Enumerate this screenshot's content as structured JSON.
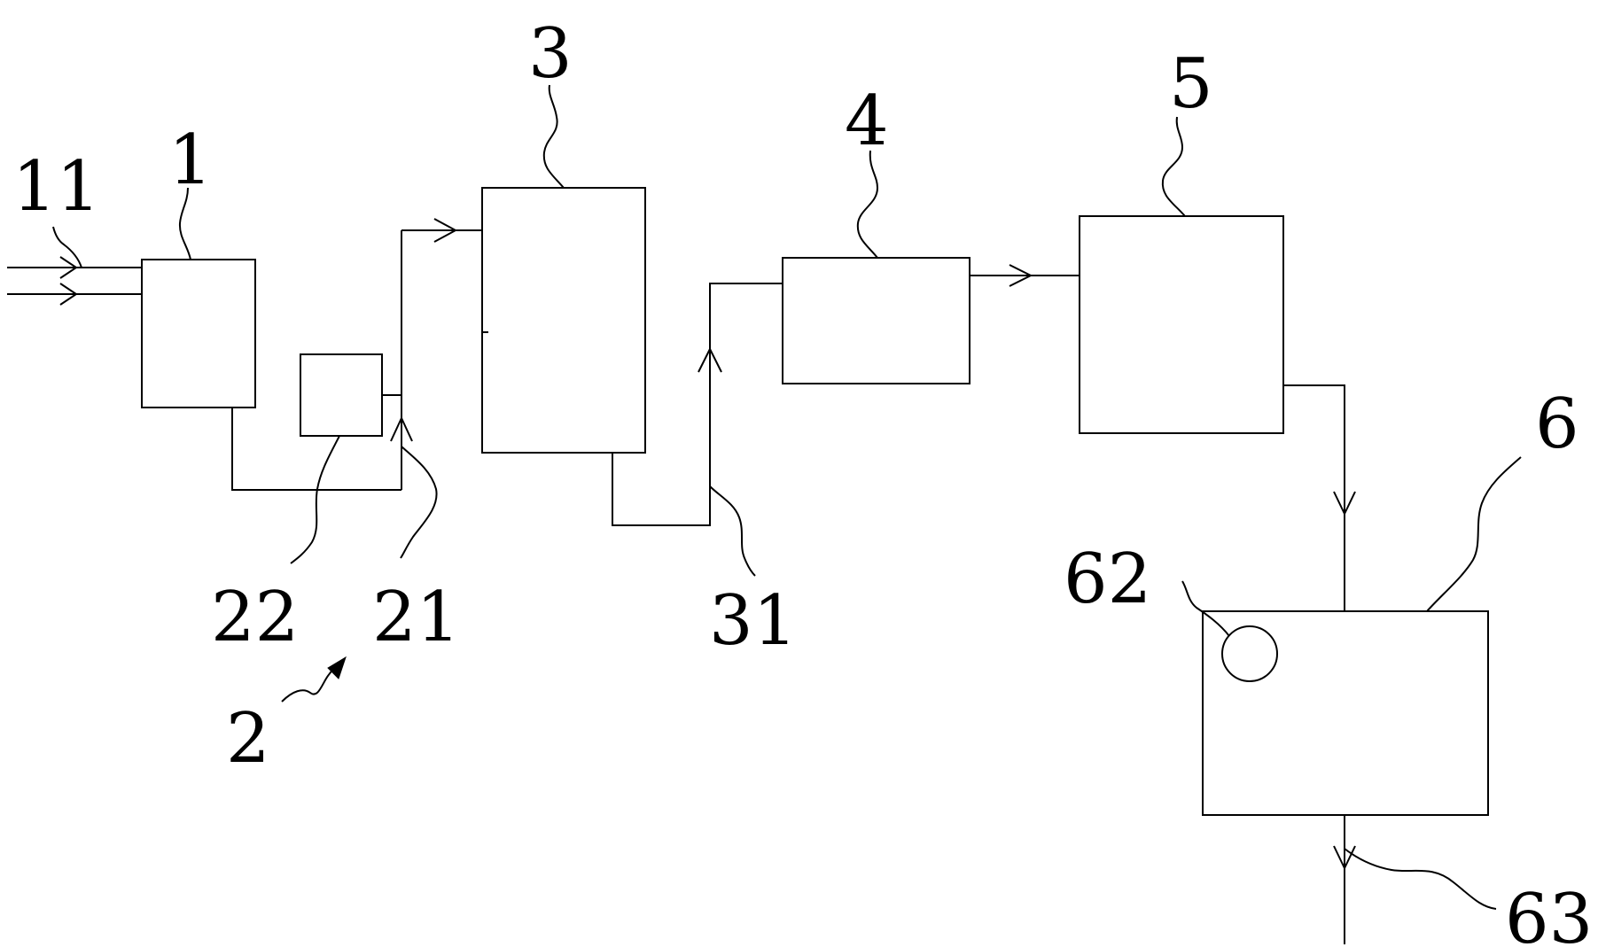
{
  "diagram": {
    "labels": {
      "l1": "1",
      "l2": "2",
      "l3": "3",
      "l4": "4",
      "l5": "5",
      "l6": "6",
      "l11": "11",
      "l21": "21",
      "l22": "22",
      "l31": "31",
      "l62": "62",
      "l63": "63"
    }
  }
}
